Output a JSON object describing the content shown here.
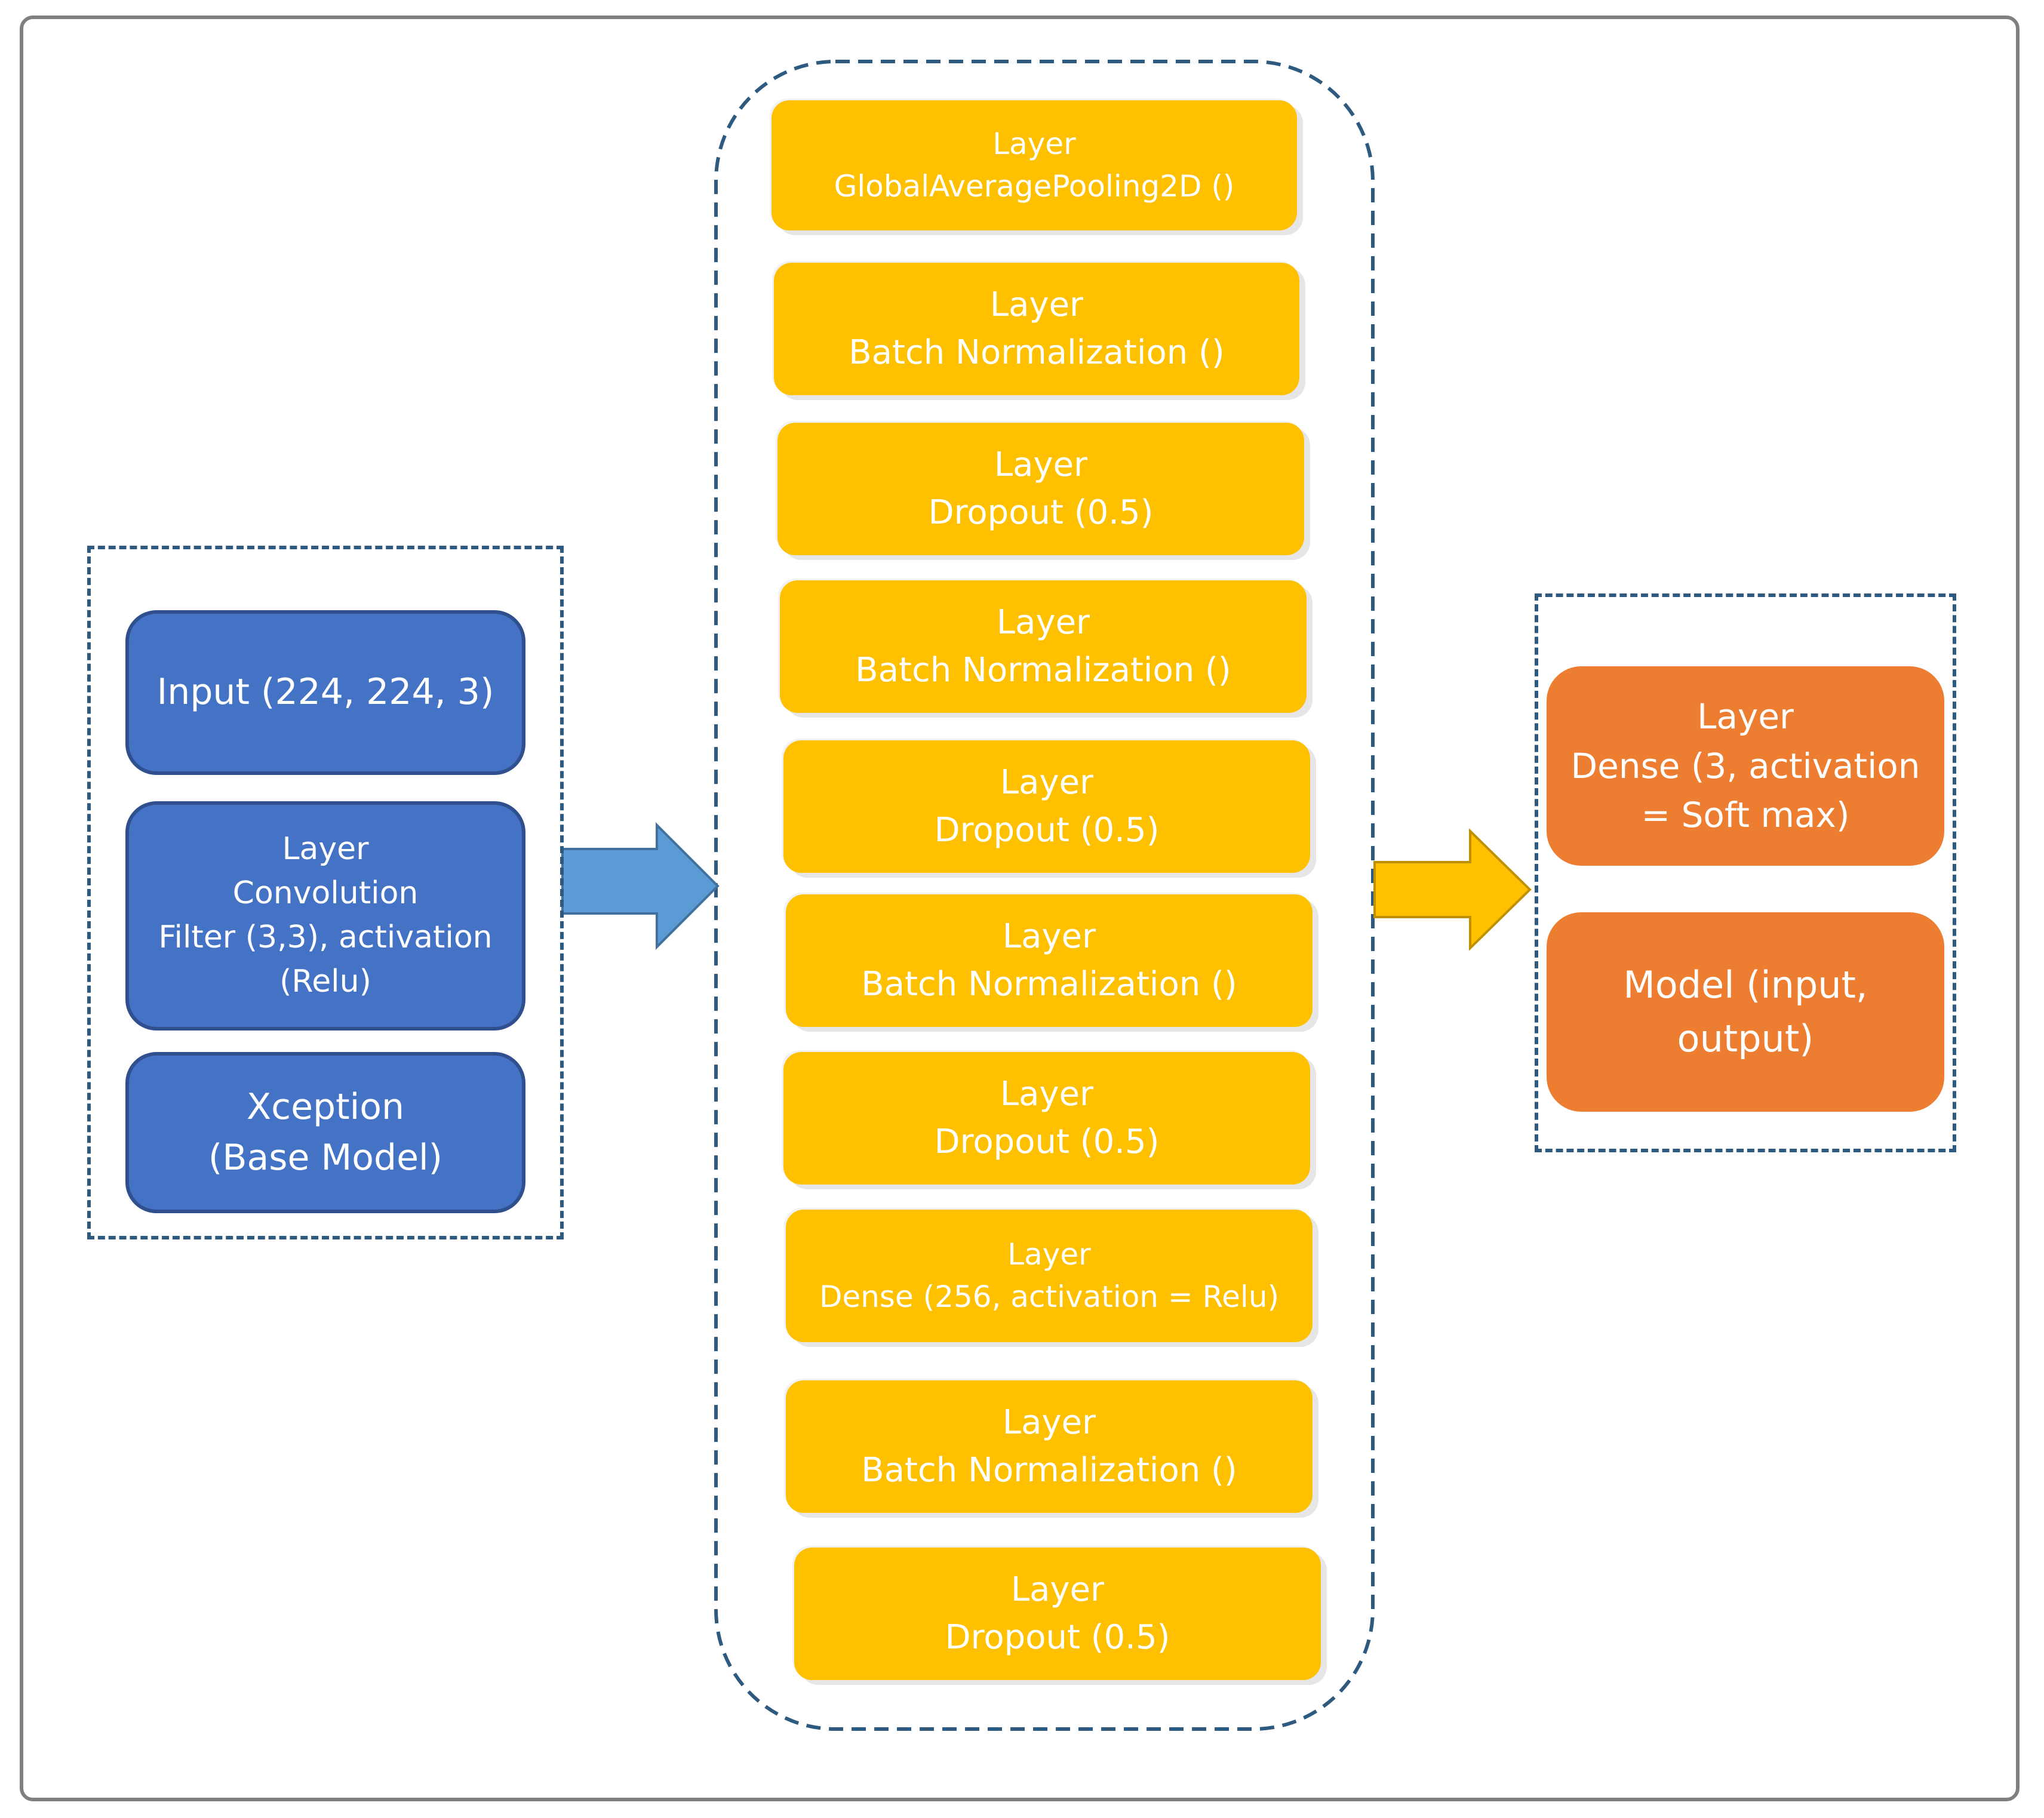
{
  "input_group": {
    "input": "Input (224, 224, 3)",
    "conv": [
      "Layer",
      "Convolution",
      "Filter (3,3), activation",
      "(Relu)"
    ],
    "xception": [
      "Xception",
      "(Base Model)"
    ]
  },
  "middle_group": {
    "layers": [
      {
        "line1": "Layer",
        "line2": "GlobalAveragePooling2D  ()"
      },
      {
        "line1": "Layer",
        "line2": "Batch Normalization  ()"
      },
      {
        "line1": "Layer",
        "line2": "Dropout (0.5)"
      },
      {
        "line1": "Layer",
        "line2": "Batch Normalization  ()"
      },
      {
        "line1": "Layer",
        "line2": "Dropout  (0.5)"
      },
      {
        "line1": "Layer",
        "line2": "Batch Normalization  ()"
      },
      {
        "line1": "Layer",
        "line2": "Dropout (0.5)"
      },
      {
        "line1": "Layer",
        "line2": "Dense  (256, activation = Relu)"
      },
      {
        "line1": "Layer",
        "line2": "Batch Normalization  ()"
      },
      {
        "line1": "Layer",
        "line2": "Dropout (0.5)"
      }
    ]
  },
  "output_group": {
    "dense": [
      "Layer",
      "Dense (3, activation",
      "= Soft max)"
    ],
    "model": [
      "Model (input,",
      "output)"
    ]
  },
  "colors": {
    "input_blocks": "#4472c4",
    "middle_blocks": "#ffc000",
    "output_blocks": "#ed7d31",
    "arrow_left": "#5b9bd5",
    "arrow_right": "#ffc000",
    "dashed_border": "#2e5a7f"
  }
}
